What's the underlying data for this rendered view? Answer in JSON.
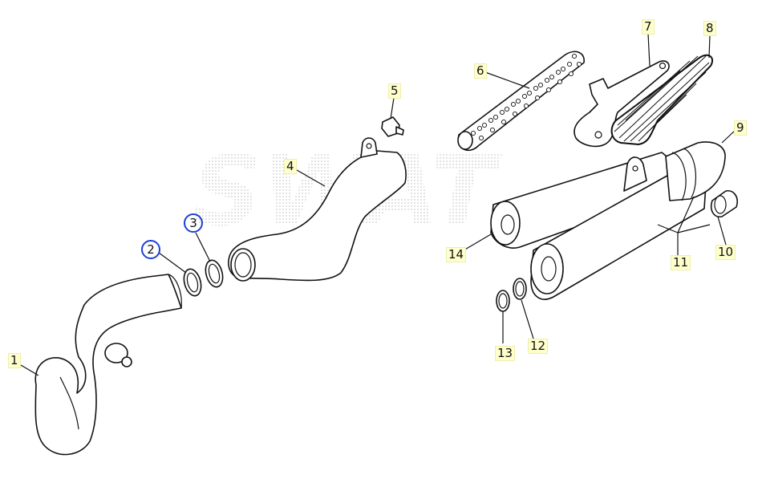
{
  "watermark": "SWAT",
  "highlighted_labels": [
    "2",
    "3"
  ],
  "callouts": [
    {
      "id": "1",
      "label": "1"
    },
    {
      "id": "2",
      "label": "2"
    },
    {
      "id": "3",
      "label": "3"
    },
    {
      "id": "4",
      "label": "4"
    },
    {
      "id": "5",
      "label": "5"
    },
    {
      "id": "6",
      "label": "6"
    },
    {
      "id": "7",
      "label": "7"
    },
    {
      "id": "8",
      "label": "8"
    },
    {
      "id": "9",
      "label": "9"
    },
    {
      "id": "10",
      "label": "10"
    },
    {
      "id": "11",
      "label": "11"
    },
    {
      "id": "12",
      "label": "12"
    },
    {
      "id": "13",
      "label": "13"
    },
    {
      "id": "14",
      "label": "14"
    }
  ],
  "colors": {
    "line": "#111111",
    "highlight": "#1c3fd6",
    "label_bg": "#ffffcc",
    "watermark": "#bdbdbd"
  }
}
